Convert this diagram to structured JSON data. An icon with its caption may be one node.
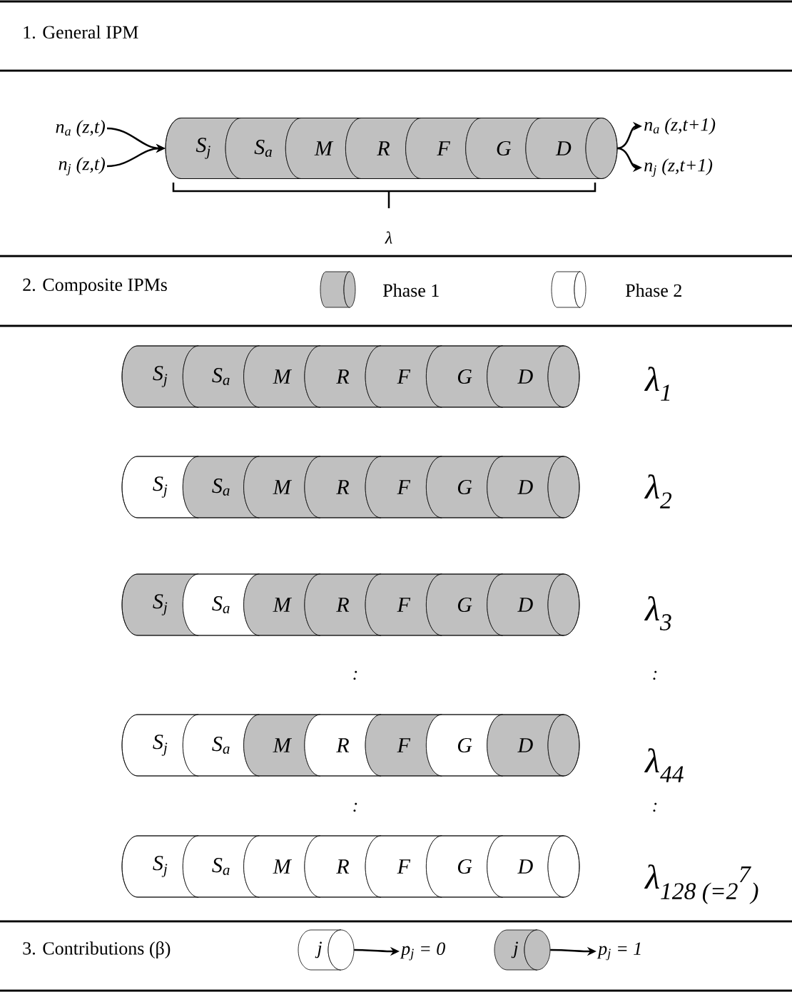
{
  "diagram": {
    "nodes": [
      {
        "text": [
          "n$_{a}$ (z,t)"
        ]
      },
      {
        "text": [
          "n$_{j}$ (z,t)"
        ]
      },
      {
        "text": [],
        "shape": "cylinder"
      },
      {
        "text": [
          "S$_{j}$"
        ],
        "in": 2
      },
      {
        "text": [
          "S$_{a}$"
        ],
        "in": 2
      },
      {
        "text": [
          "M"
        ],
        "in": 2
      },
      {
        "text": [
          "R"
        ],
        "in": 2
      },
      {
        "text": [
          "F"
        ],
        "in": 2
      },
      {
        "text": [
          "G"
        ],
        "in": 2
      },
      {
        "text": [
          "D"
        ],
        "in": 2
      },
      {
        "text": [
          "n$_{a}$ (z,t+1)"
        ]
      },
      {
        "text": [
          "n$_{j}$ (z,t+1)"
        ]
      },
      {
        "text": [],
        "shape": "cylinder"
      },
      {
        "text": [
          "S$_{j}$"
        ],
        "in": 12
      },
      {
        "text": [
          "S$_{a}$"
        ],
        "in": 12
      },
      {
        "text": [
          "M"
        ],
        "in": 12
      },
      {
        "text": [
          "R"
        ],
        "in": 12
      },
      {
        "text": [
          "F"
        ],
        "in": 12
      },
      {
        "text": [
          "G"
        ],
        "in": 12
      },
      {
        "text": [
          "D"
        ],
        "in": 12
      },
      {
        "text": [],
        "shape": "cylinder"
      },
      {
        "text": [
          "S$_{j}$"
        ],
        "in": 20
      },
      {
        "text": [
          "S$_{a}$"
        ],
        "in": 20
      },
      {
        "text": [
          "M"
        ],
        "in": 20
      },
      {
        "text": [
          "R"
        ],
        "in": 20
      },
      {
        "text": [
          "F"
        ],
        "in": 20
      },
      {
        "text": [
          "G"
        ],
        "in": 20
      },
      {
        "text": [
          "D"
        ],
        "in": 20
      },
      {
        "text": [],
        "shape": "cylinder"
      },
      {
        "text": [
          "S$_{j}$"
        ],
        "in": 28
      },
      {
        "text": [
          "S$_{a}$"
        ],
        "in": 28
      },
      {
        "text": [
          "M"
        ],
        "in": 28
      },
      {
        "text": [
          "R"
        ],
        "in": 28
      },
      {
        "text": [
          "F"
        ],
        "in": 28
      },
      {
        "text": [
          "G"
        ],
        "in": 28
      },
      {
        "text": [
          "D"
        ],
        "in": 28
      },
      {
        "text": [],
        "shape": "cylinder"
      },
      {
        "text": [
          "S$_{j}$"
        ],
        "in": 36
      },
      {
        "text": [
          "S$_{a}$"
        ],
        "in": 36
      },
      {
        "text": [
          "M"
        ],
        "in": 36
      },
      {
        "text": [
          "R"
        ],
        "in": 36
      },
      {
        "text": [
          "F"
        ],
        "in": 36
      },
      {
        "text": [
          "G"
        ],
        "in": 36
      },
      {
        "text": [
          "D"
        ],
        "in": 36
      },
      {
        "text": [],
        "shape": "cylinder"
      },
      {
        "text": [
          "S$_{j}$"
        ],
        "in": 44
      },
      {
        "text": [
          "S$_{a}$"
        ],
        "in": 44
      },
      {
        "text": [
          "M"
        ],
        "in": 44
      },
      {
        "text": [
          "R"
        ],
        "in": 44
      },
      {
        "text": [
          "F"
        ],
        "in": 44
      },
      {
        "text": [
          "G"
        ],
        "in": 44
      },
      {
        "text": [
          "D"
        ],
        "in": 44
      },
      {
        "text": [
          "j"
        ]
      },
      {
        "text": [
          "p$_{j}$ = 0"
        ]
      },
      {
        "text": [
          "j"
        ]
      },
      {
        "text": [
          "p$_{j}$ = 1"
        ]
      }
    ],
    "edges": [
      {
        "from": 0,
        "to": 2,
        "arrow": "to"
      },
      {
        "from": 1,
        "to": 2,
        "arrow": "to"
      },
      {
        "from": 2,
        "to": 10,
        "arrow": "to"
      },
      {
        "from": 2,
        "to": 11,
        "arrow": "to"
      },
      {
        "from": 52,
        "to": 53,
        "arrow": "to"
      },
      {
        "from": 54,
        "to": 55,
        "arrow": "to"
      }
    ],
    "labels": [
      "1. General IPM",
      "λ",
      "2. Composite IPMs",
      "λ$_{1}$",
      "λ$_{2}$",
      "λ$_{3}$",
      ":",
      ":",
      "λ$_{44}$",
      ":",
      ":",
      "λ$_{128 (=2}$$^{7}$$_{)}$",
      "3. Contributions (β)"
    ],
    "legend": [
      {
        "text": "Phase 1",
        "color": "#c0c0c0"
      },
      {
        "text": "Phase 2"
      }
    ]
  }
}
